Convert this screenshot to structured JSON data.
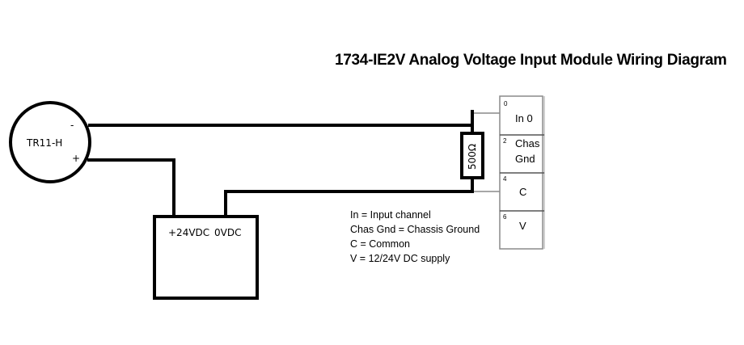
{
  "title": "1734-IE2V Analog Voltage Input Module Wiring Diagram",
  "sensor": {
    "label": "TR11-H",
    "minus_label": "-",
    "plus_label": "+"
  },
  "power_supply": {
    "plus_label": "+24VDC",
    "zero_label": "0VDC"
  },
  "resistor": {
    "label": "500Ω"
  },
  "terminal_block": {
    "terminals": [
      {
        "number": "0",
        "line1": "In 0",
        "line2": ""
      },
      {
        "number": "2",
        "line1": "Chas",
        "line2": "Gnd"
      },
      {
        "number": "4",
        "line1": "C",
        "line2": ""
      },
      {
        "number": "6",
        "line1": "V",
        "line2": ""
      }
    ]
  },
  "legend": {
    "items": [
      "In = Input channel",
      "Chas Gnd = Chassis Ground",
      "C = Common",
      "V = 12/24V DC supply"
    ]
  }
}
